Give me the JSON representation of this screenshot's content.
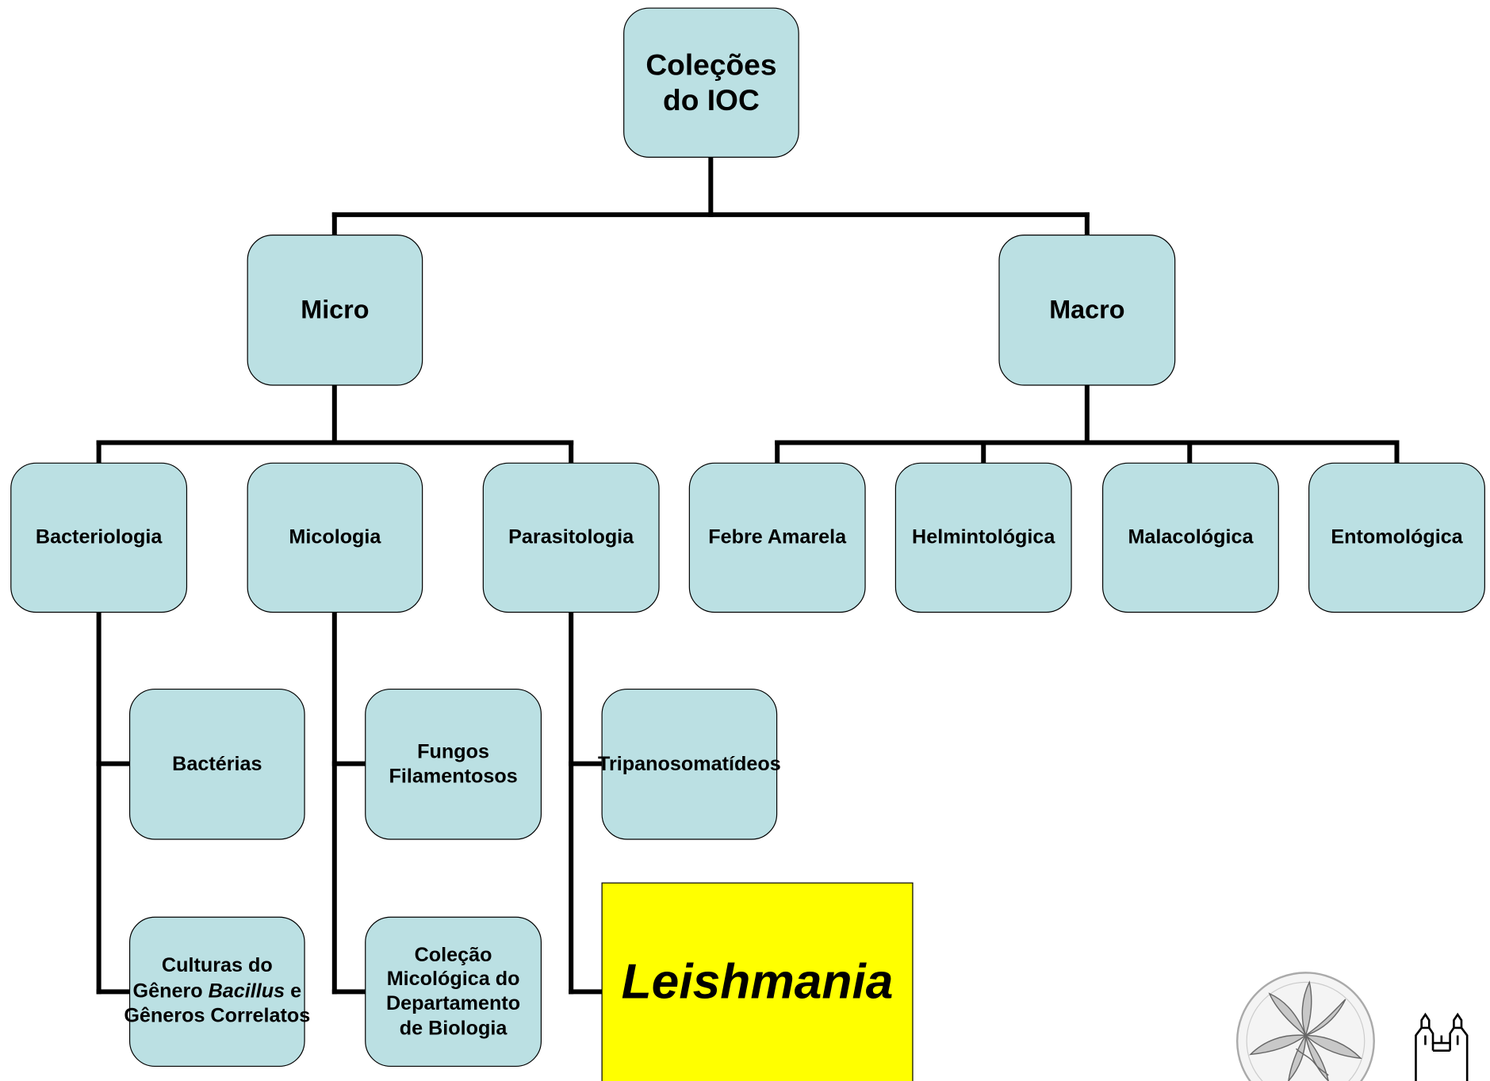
{
  "diagram": {
    "root": "Coleções do IOC",
    "micro": {
      "label": "Micro",
      "bacteriologia": {
        "label": "Bacteriologia",
        "bacterias": "Bactérias",
        "culturas": {
          "line1": "Culturas do",
          "line2_prefix": "Gênero ",
          "line2_italic": "Bacillus",
          "line2_suffix": " e",
          "line3": "Gêneros Correlatos"
        }
      },
      "micologia": {
        "label": "Micologia",
        "fungos": "Fungos Filamentosos",
        "colecao": "Coleção Micológica do Departamento de Biologia"
      },
      "parasitologia": {
        "label": "Parasitologia",
        "tripanosomatideos": "Tripanosomatídeos",
        "leishmania": "Leishmania"
      }
    },
    "macro": {
      "label": "Macro",
      "febre_amarela": "Febre Amarela",
      "helmintologica": "Helmintológica",
      "malacologica": "Malacológica",
      "entomologica": "Entomológica"
    }
  },
  "colors": {
    "node_fill": "#bbe0e3",
    "highlight_fill": "#ffff00",
    "stroke": "#000000"
  },
  "logos": [
    "collection-seal-logo",
    "fiocruz-castle-logo"
  ]
}
